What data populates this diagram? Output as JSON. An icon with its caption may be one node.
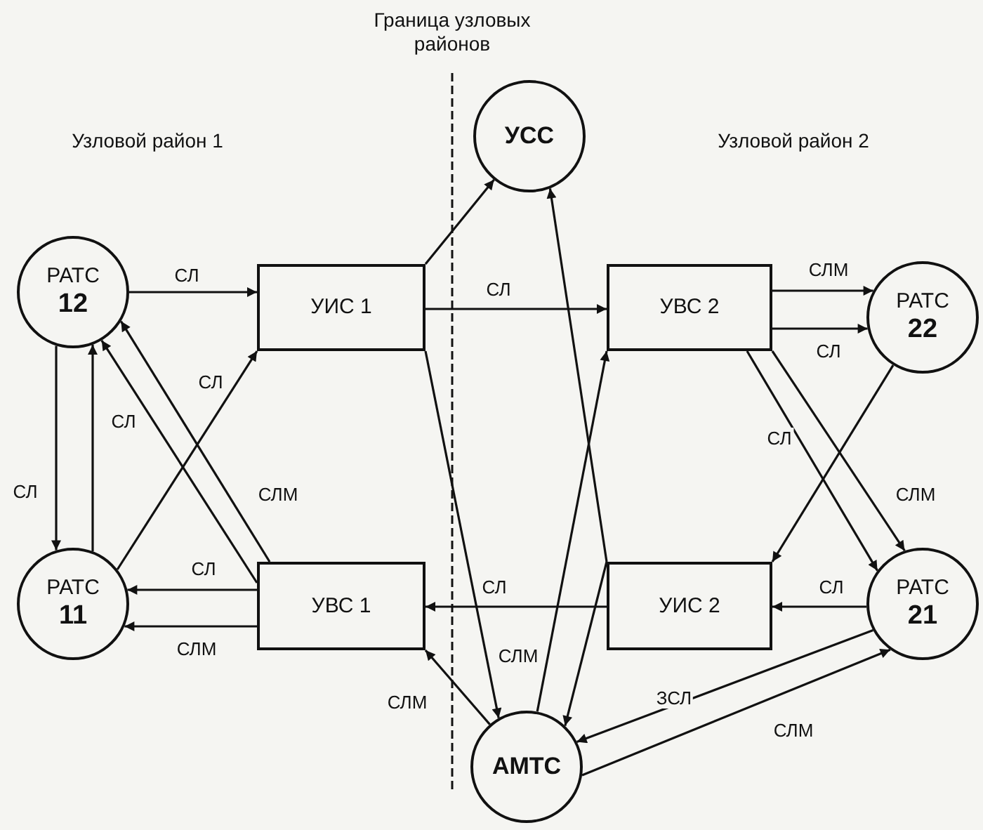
{
  "diagram": {
    "nodes": [
      {
        "text": [
          "РАТС",
          "12"
        ]
      },
      {
        "text": [
          "УИС 1"
        ]
      },
      {
        "text": [
          "УСС"
        ]
      },
      {
        "text": [
          "УВС 2"
        ]
      },
      {
        "text": [
          "РАТС",
          "22"
        ]
      },
      {
        "text": [
          "РАТС",
          "11"
        ]
      },
      {
        "text": [
          "УВС 1"
        ]
      },
      {
        "text": [
          "УИС 2"
        ]
      },
      {
        "text": [
          "РАТС",
          "21"
        ]
      },
      {
        "text": [
          "АМТС"
        ]
      }
    ],
    "edges": [
      {
        "from": 0,
        "to": 1,
        "arrow": "to",
        "label": "СЛ"
      },
      {
        "from": 0,
        "to": 5,
        "arrow": "to",
        "label": "СЛ"
      },
      {
        "from": 5,
        "to": 0,
        "arrow": "to",
        "label": "СЛ"
      },
      {
        "from": 5,
        "to": 1,
        "arrow": "to",
        "label": "СЛ"
      },
      {
        "from": 6,
        "to": 0,
        "arrow": "to"
      },
      {
        "from": 6,
        "to": 0,
        "arrow": "to",
        "label": "СЛМ"
      },
      {
        "from": 6,
        "to": 5,
        "arrow": "to",
        "label": "СЛ"
      },
      {
        "from": 6,
        "to": 5,
        "arrow": "to",
        "label": "СЛМ"
      },
      {
        "from": 1,
        "to": 2,
        "arrow": "to"
      },
      {
        "from": 1,
        "to": 3,
        "arrow": "to",
        "label": "СЛ"
      },
      {
        "from": 1,
        "to": 9,
        "arrow": "to",
        "label": "СЛМ"
      },
      {
        "from": 9,
        "to": 6,
        "arrow": "to",
        "label": "СЛМ"
      },
      {
        "from": 7,
        "to": 6,
        "arrow": "to",
        "label": "СЛ"
      },
      {
        "from": 7,
        "to": 2,
        "arrow": "to"
      },
      {
        "from": 7,
        "to": 9,
        "arrow": "to"
      },
      {
        "from": 9,
        "to": 3,
        "arrow": "to"
      },
      {
        "from": 3,
        "to": 4,
        "arrow": "to",
        "label": "СЛМ"
      },
      {
        "from": 3,
        "to": 4,
        "arrow": "to",
        "label": "СЛ"
      },
      {
        "from": 3,
        "to": 8,
        "arrow": "to",
        "label": "СЛ"
      },
      {
        "from": 3,
        "to": 8,
        "arrow": "to",
        "label": "СЛМ"
      },
      {
        "from": 4,
        "to": 7,
        "arrow": "to"
      },
      {
        "from": 8,
        "to": 7,
        "arrow": "to",
        "label": "СЛ"
      },
      {
        "from": 8,
        "to": 9,
        "arrow": "to",
        "label": "ЗСЛ"
      },
      {
        "from": 9,
        "to": 8,
        "arrow": "to",
        "label": "СЛМ"
      }
    ],
    "labels": [
      "Граница узловых районов",
      "Узловой район 1",
      "Узловой район 2"
    ]
  }
}
